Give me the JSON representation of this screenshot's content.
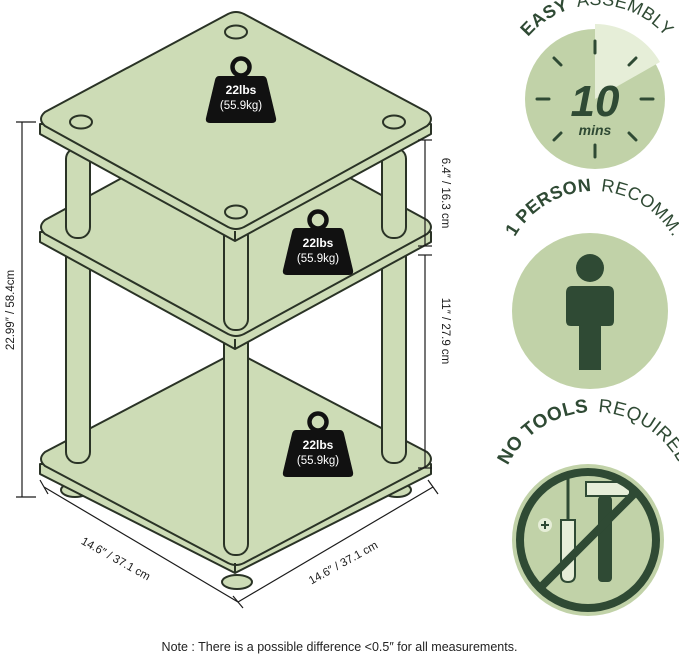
{
  "colors": {
    "shelf_fill": "#cddcb6",
    "shelf_stroke": "#2a3326",
    "dark_green": "#2f4a34",
    "light_green": "#c1d2a8",
    "pale_green": "#e6eed8",
    "weight_fill": "#111111"
  },
  "weights": [
    {
      "lbs": "22lbs",
      "kg": "(55.9kg)"
    },
    {
      "lbs": "22lbs",
      "kg": "(55.9kg)"
    },
    {
      "lbs": "22lbs",
      "kg": "(55.9kg)"
    }
  ],
  "dimensions": {
    "height_total": "22.99″ / 58.4cm",
    "top_gap": "6.4″ / 16.3 cm",
    "mid_gap": "11″ / 27.9 cm",
    "depth": "14.6″ / 37.1 cm",
    "width": "14.6″ / 37.1 cm"
  },
  "badges": {
    "assembly": {
      "bold": "EASY",
      "light": "ASSEMBLY",
      "value": "10",
      "unit": "mins"
    },
    "person": {
      "bold": "1 PERSON",
      "light": "RECOMM."
    },
    "tools": {
      "bold": "NO TOOLS",
      "light": "REQUIRED"
    }
  },
  "icons": [
    "weight-icon",
    "clock-icon",
    "person-icon",
    "screwdriver-icon",
    "hammer-icon",
    "no-sign-icon"
  ],
  "note": "Note : There is a possible difference <0.5″ for all measurements."
}
